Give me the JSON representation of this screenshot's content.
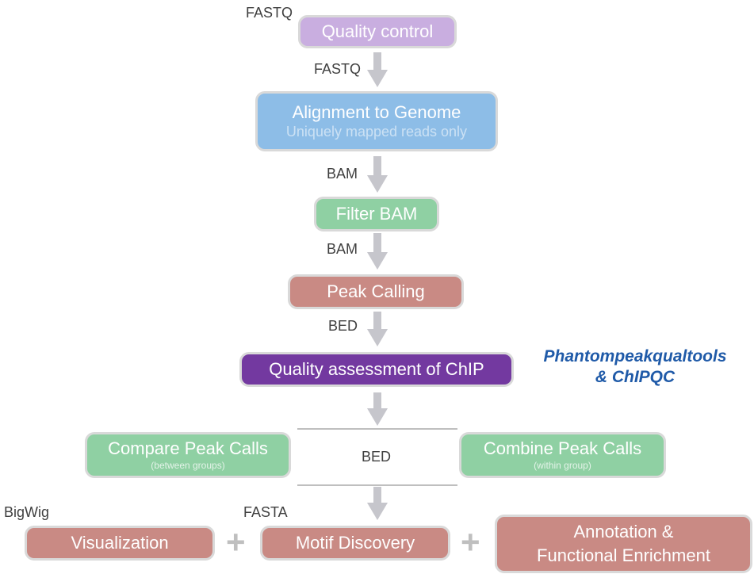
{
  "nodes": {
    "qc": {
      "label": "Quality control"
    },
    "align": {
      "label": "Alignment to Genome",
      "sublabel": "Uniquely mapped reads only"
    },
    "filter": {
      "label": "Filter BAM"
    },
    "peak": {
      "label": "Peak Calling"
    },
    "qa": {
      "label": "Quality assessment of ChIP"
    },
    "compare": {
      "label": "Compare Peak Calls",
      "sublabel": "(between groups)"
    },
    "combine": {
      "label": "Combine Peak Calls",
      "sublabel": "(within group)"
    },
    "vis": {
      "label": "Visualization"
    },
    "motif": {
      "label": "Motif Discovery"
    },
    "annot": {
      "label": "Annotation &",
      "label2": "Functional Enrichment"
    }
  },
  "edge_labels": {
    "fastq_top": "FASTQ",
    "fastq": "FASTQ",
    "bam1": "BAM",
    "bam2": "BAM",
    "bed1": "BED",
    "bed2": "BED",
    "bigwig": "BigWig",
    "fasta": "FASTA"
  },
  "operators": {
    "plus1": "+",
    "plus2": "+"
  },
  "tools": {
    "line1": "Phantompeakqualtools",
    "line2": "& ChIPQC"
  },
  "colors": {
    "qc": "#c9aee0",
    "align": "#8dbde7",
    "filter": "#8fd0a3",
    "peak": "#c98a84",
    "qa": "#7339a0",
    "compare": "#8fd0a3",
    "bottom": "#c98a84",
    "arrow": "#c6c6cc",
    "tool_text": "#1f5aa8"
  }
}
